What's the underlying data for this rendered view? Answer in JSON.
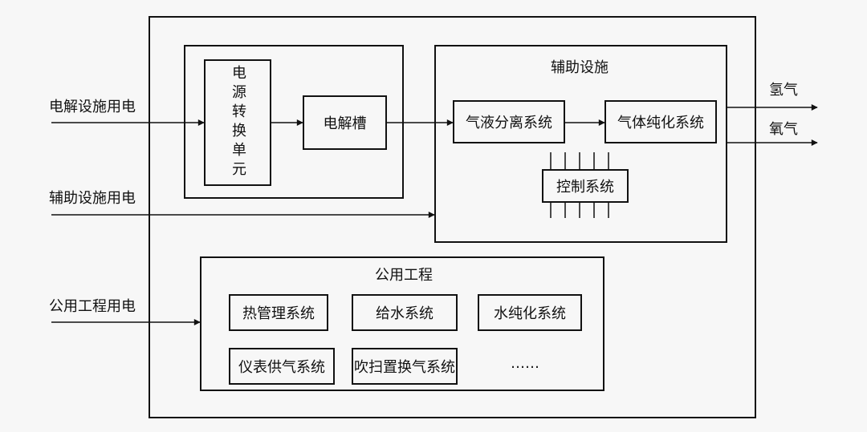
{
  "inputs": {
    "electrolysis_power": "电解设施用电",
    "auxiliary_power": "辅助设施用电",
    "utility_power": "公用工程用电"
  },
  "outputs": {
    "hydrogen": "氢气",
    "oxygen": "氧气"
  },
  "electrolysis": {
    "power_conversion_unit": "电源转换单元",
    "electrolyzer": "电解槽"
  },
  "auxiliary": {
    "title": "辅助设施",
    "gas_liquid_separation": "气液分离系统",
    "gas_purification": "气体纯化系统",
    "control_system": "控制系统"
  },
  "utility": {
    "title": "公用工程",
    "thermal_management": "热管理系统",
    "water_supply": "给水系统",
    "water_purification": "水纯化系统",
    "instrument_gas_supply": "仪表供气系统",
    "purge_ventilation": "吹扫置换气系统",
    "ellipsis": "……"
  }
}
